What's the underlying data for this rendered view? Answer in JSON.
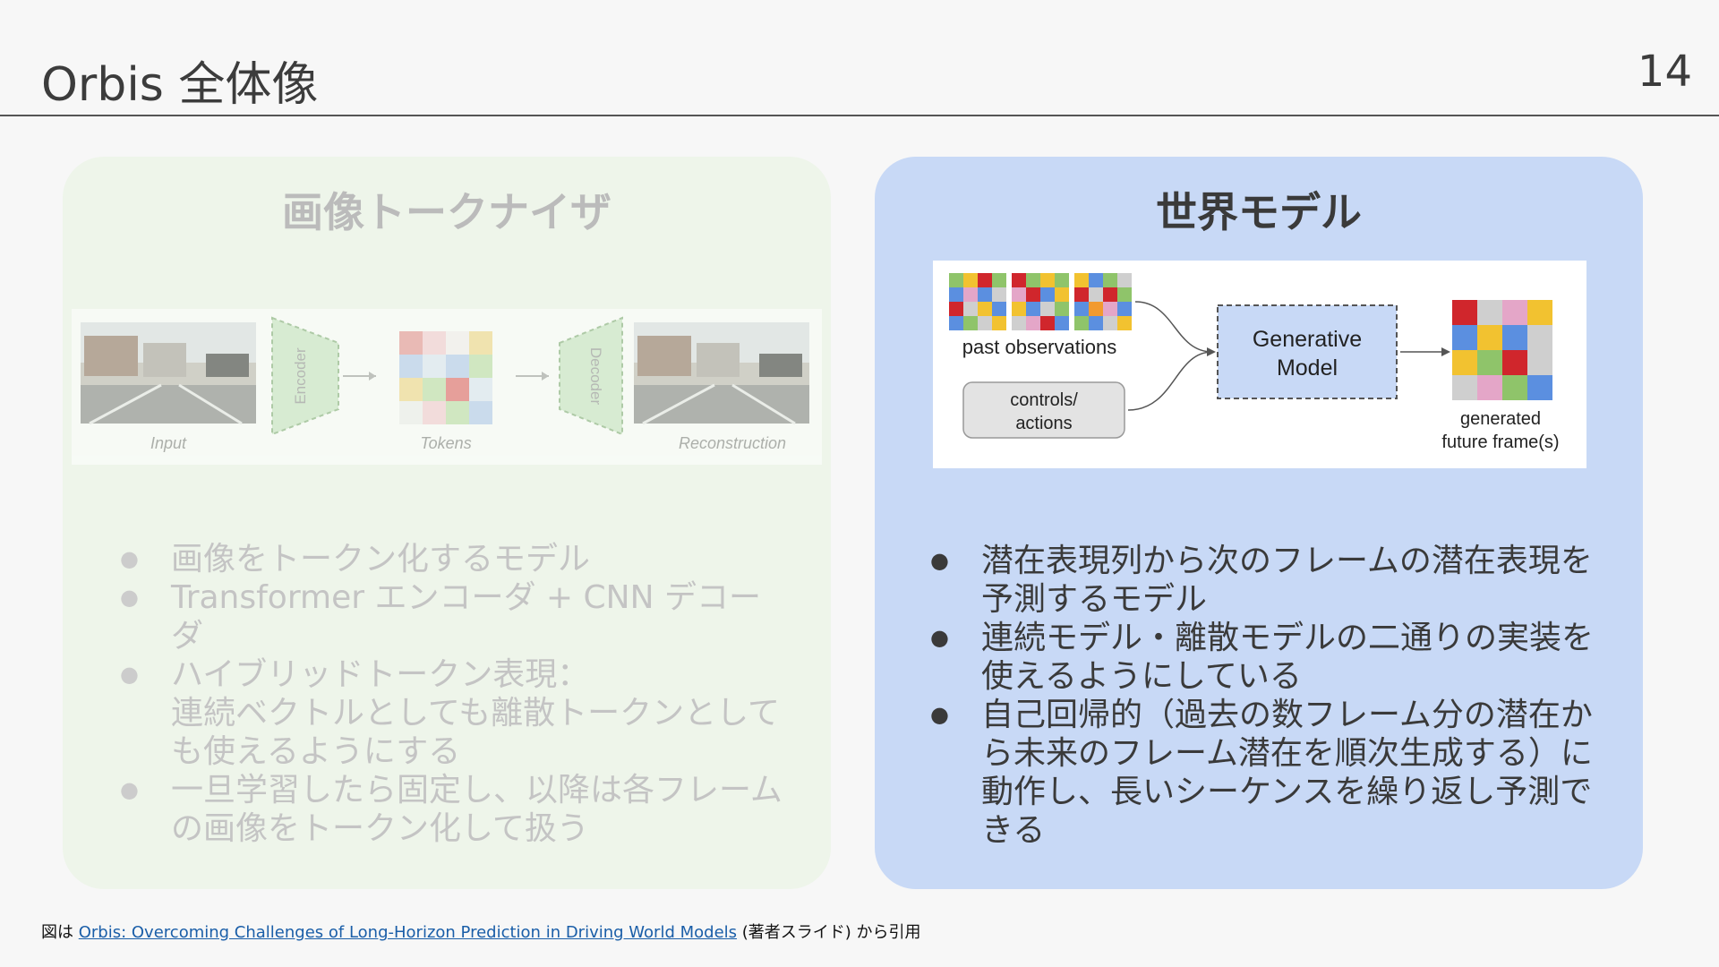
{
  "header": {
    "title": "Orbis 全体像",
    "page_number": "14"
  },
  "left_panel": {
    "heading": "画像トークナイザ",
    "figure": {
      "labels": [
        "Input",
        "Encoder",
        "Tokens",
        "Decoder",
        "Reconstruction"
      ]
    },
    "bullets": [
      "画像をトークン化するモデル",
      "Transformer エンコーダ + CNN デコーダ",
      "ハイブリッドトークン表現：\n連続ベクトルとしても離散トークンとしても使えるようにする",
      "一旦学習したら固定し、以降は各フレームの画像をトークン化して扱う"
    ]
  },
  "right_panel": {
    "heading": "世界モデル",
    "figure": {
      "past_label": "past observations",
      "controls_label_1": "controls/",
      "controls_label_2": "actions",
      "model_label_1": "Generative",
      "model_label_2": "Model",
      "output_label_1": "generated",
      "output_label_2": "future frame(s)"
    },
    "bullets": [
      "潜在表現列から次のフレームの潜在表現を予測するモデル",
      "連続モデル・離散モデルの二通りの実装を使えるようにしている",
      "自己回帰的（過去の数フレーム分の潜在から未来のフレーム潜在を順次生成する）に動作し、長いシーケンスを繰り返し予測できる"
    ]
  },
  "footer": {
    "prefix": "図は ",
    "link_text": "Orbis: Overcoming Challenges of Long-Horizon Prediction in Driving World Models",
    "suffix": " (著者スライド) から引用"
  },
  "colors": {
    "left_panel_bg": "#eef5ea",
    "right_panel_bg": "#c8d9f6",
    "token_red": "#d0262c",
    "token_blue": "#5b8fe0",
    "token_green": "#8fc46a",
    "token_yellow": "#f2c230",
    "token_pink": "#e4a6c8",
    "token_gray": "#cfcfcf",
    "token_orange": "#f29a2e"
  }
}
